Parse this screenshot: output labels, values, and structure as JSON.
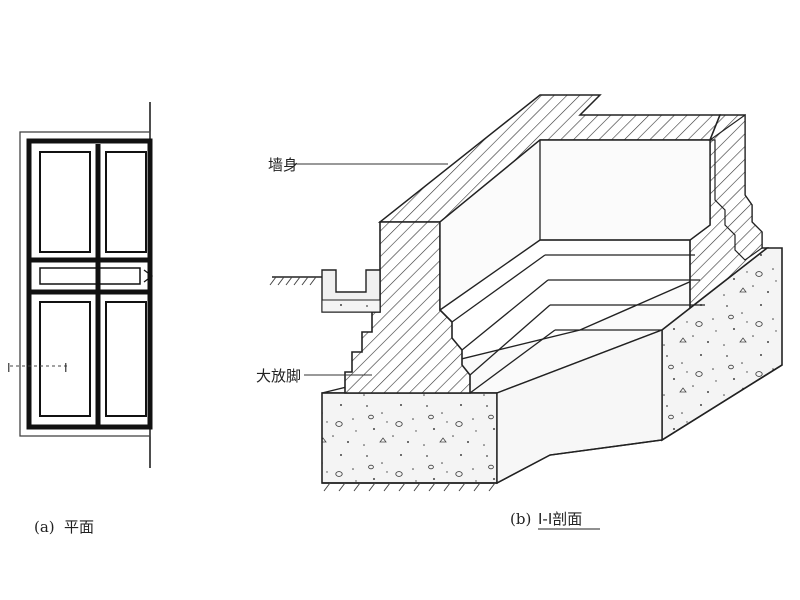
{
  "plan": {
    "section_mark_left": "Ⅰ",
    "section_mark_right": "Ⅰ",
    "caption_prefix": "(a)",
    "caption_text": "平面"
  },
  "section": {
    "label_wall": "墙身",
    "label_footing": "大放脚",
    "caption_prefix": "(b)",
    "caption_text": "Ⅰ-Ⅰ剖面"
  }
}
